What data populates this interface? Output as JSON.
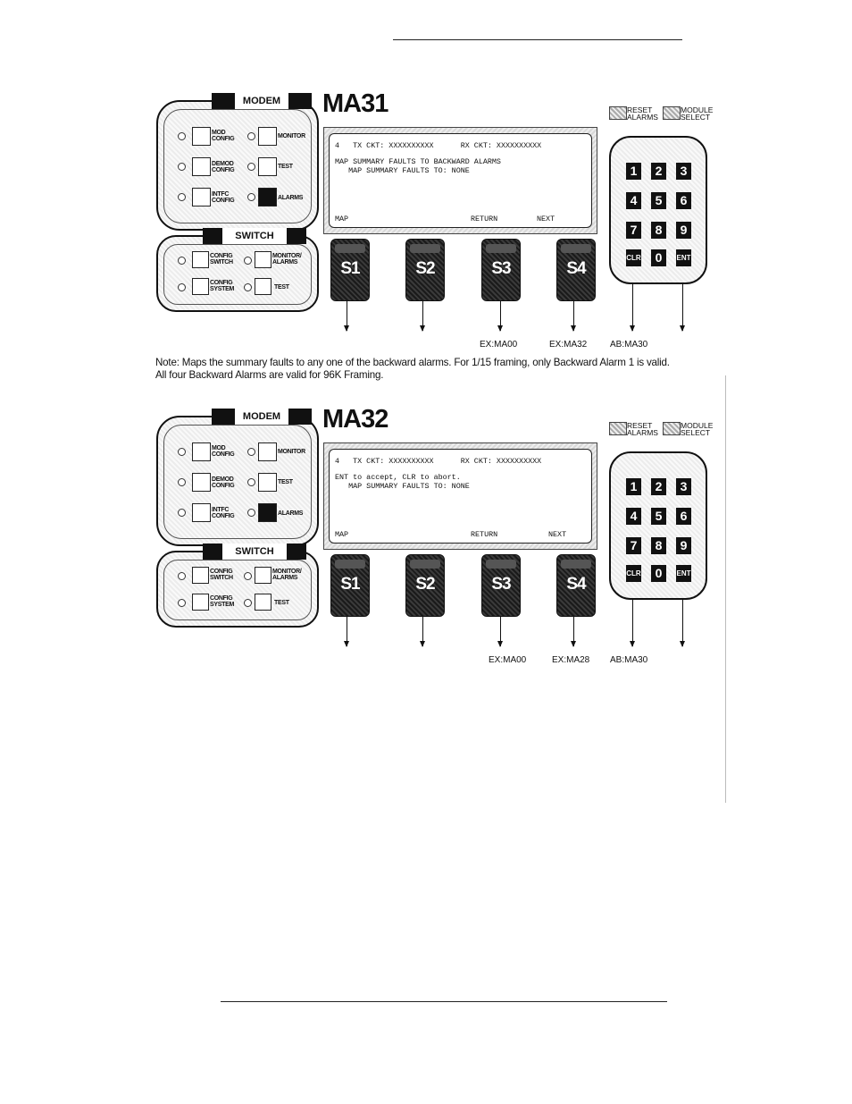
{
  "panels": [
    {
      "model": "MA31",
      "modem": {
        "title": "MODEM",
        "keys": [
          {
            "label_1": "MOD",
            "label_2": "CONFIG"
          },
          {
            "label_1": "MONITOR",
            "label_2": ""
          },
          {
            "label_1": "DEMOD",
            "label_2": "CONFIG"
          },
          {
            "label_1": "TEST",
            "label_2": ""
          },
          {
            "label_1": "INTFC",
            "label_2": "CONFIG"
          },
          {
            "label_1": "ALARMS",
            "label_2": ""
          }
        ]
      },
      "switch": {
        "title": "SWITCH",
        "keys": [
          {
            "label_1": "CONFIG",
            "label_2": "SWITCH"
          },
          {
            "label_1": "MONITOR/",
            "label_2": "ALARMS"
          },
          {
            "label_1": "CONFIG",
            "label_2": "SYSTEM"
          },
          {
            "label_1": "TEST",
            "label_2": ""
          }
        ]
      },
      "display": {
        "line1": "4   TX CKT: XXXXXXXXXX      RX CKT: XXXXXXXXXX",
        "line2": "MAP SUMMARY FAULTS TO BACKWARD ALARMS",
        "line3": "   MAP SUMMARY FAULTS TO: NONE",
        "soft_map": "MAP",
        "soft_return": "RETURN",
        "soft_next": "NEXT"
      },
      "softkeys": [
        "S1",
        "S2",
        "S3",
        "S4"
      ],
      "destinations": {
        "s3": "EX:MA00",
        "s4": "EX:MA32",
        "clr": "AB:MA30"
      }
    },
    {
      "model": "MA32",
      "modem": {
        "title": "MODEM",
        "keys": [
          {
            "label_1": "MOD",
            "label_2": "CONFIG"
          },
          {
            "label_1": "MONITOR",
            "label_2": ""
          },
          {
            "label_1": "DEMOD",
            "label_2": "CONFIG"
          },
          {
            "label_1": "TEST",
            "label_2": ""
          },
          {
            "label_1": "INTFC",
            "label_2": "CONFIG"
          },
          {
            "label_1": "ALARMS",
            "label_2": ""
          }
        ]
      },
      "switch": {
        "title": "SWITCH",
        "keys": [
          {
            "label_1": "CONFIG",
            "label_2": "SWITCH"
          },
          {
            "label_1": "MONITOR/",
            "label_2": "ALARMS"
          },
          {
            "label_1": "CONFIG",
            "label_2": "SYSTEM"
          },
          {
            "label_1": "TEST",
            "label_2": ""
          }
        ]
      },
      "display": {
        "line1": "4   TX CKT: XXXXXXXXXX      RX CKT: XXXXXXXXXX",
        "line2": "ENT to accept, CLR to abort.",
        "line3": "   MAP SUMMARY FAULTS TO: NONE",
        "soft_map": "MAP",
        "soft_return": "RETURN",
        "soft_next": "NEXT"
      },
      "softkeys": [
        "S1",
        "S2",
        "S3",
        "S4"
      ],
      "destinations": {
        "s3": "EX:MA00",
        "s4": "EX:MA28",
        "clr": "AB:MA30"
      }
    }
  ],
  "legend": {
    "reset_1": "RESET",
    "reset_2": "ALARMS",
    "module_1": "MODULE",
    "module_2": "SELECT"
  },
  "keypad": [
    "1",
    "2",
    "3",
    "4",
    "5",
    "6",
    "7",
    "8",
    "9",
    "CLR",
    "0",
    "ENT"
  ],
  "note": "Note: Maps the summary faults to any one of the backward alarms. For 1/15 framing, only Backward Alarm 1 is valid. All four Backward Alarms are valid for 96K Framing."
}
